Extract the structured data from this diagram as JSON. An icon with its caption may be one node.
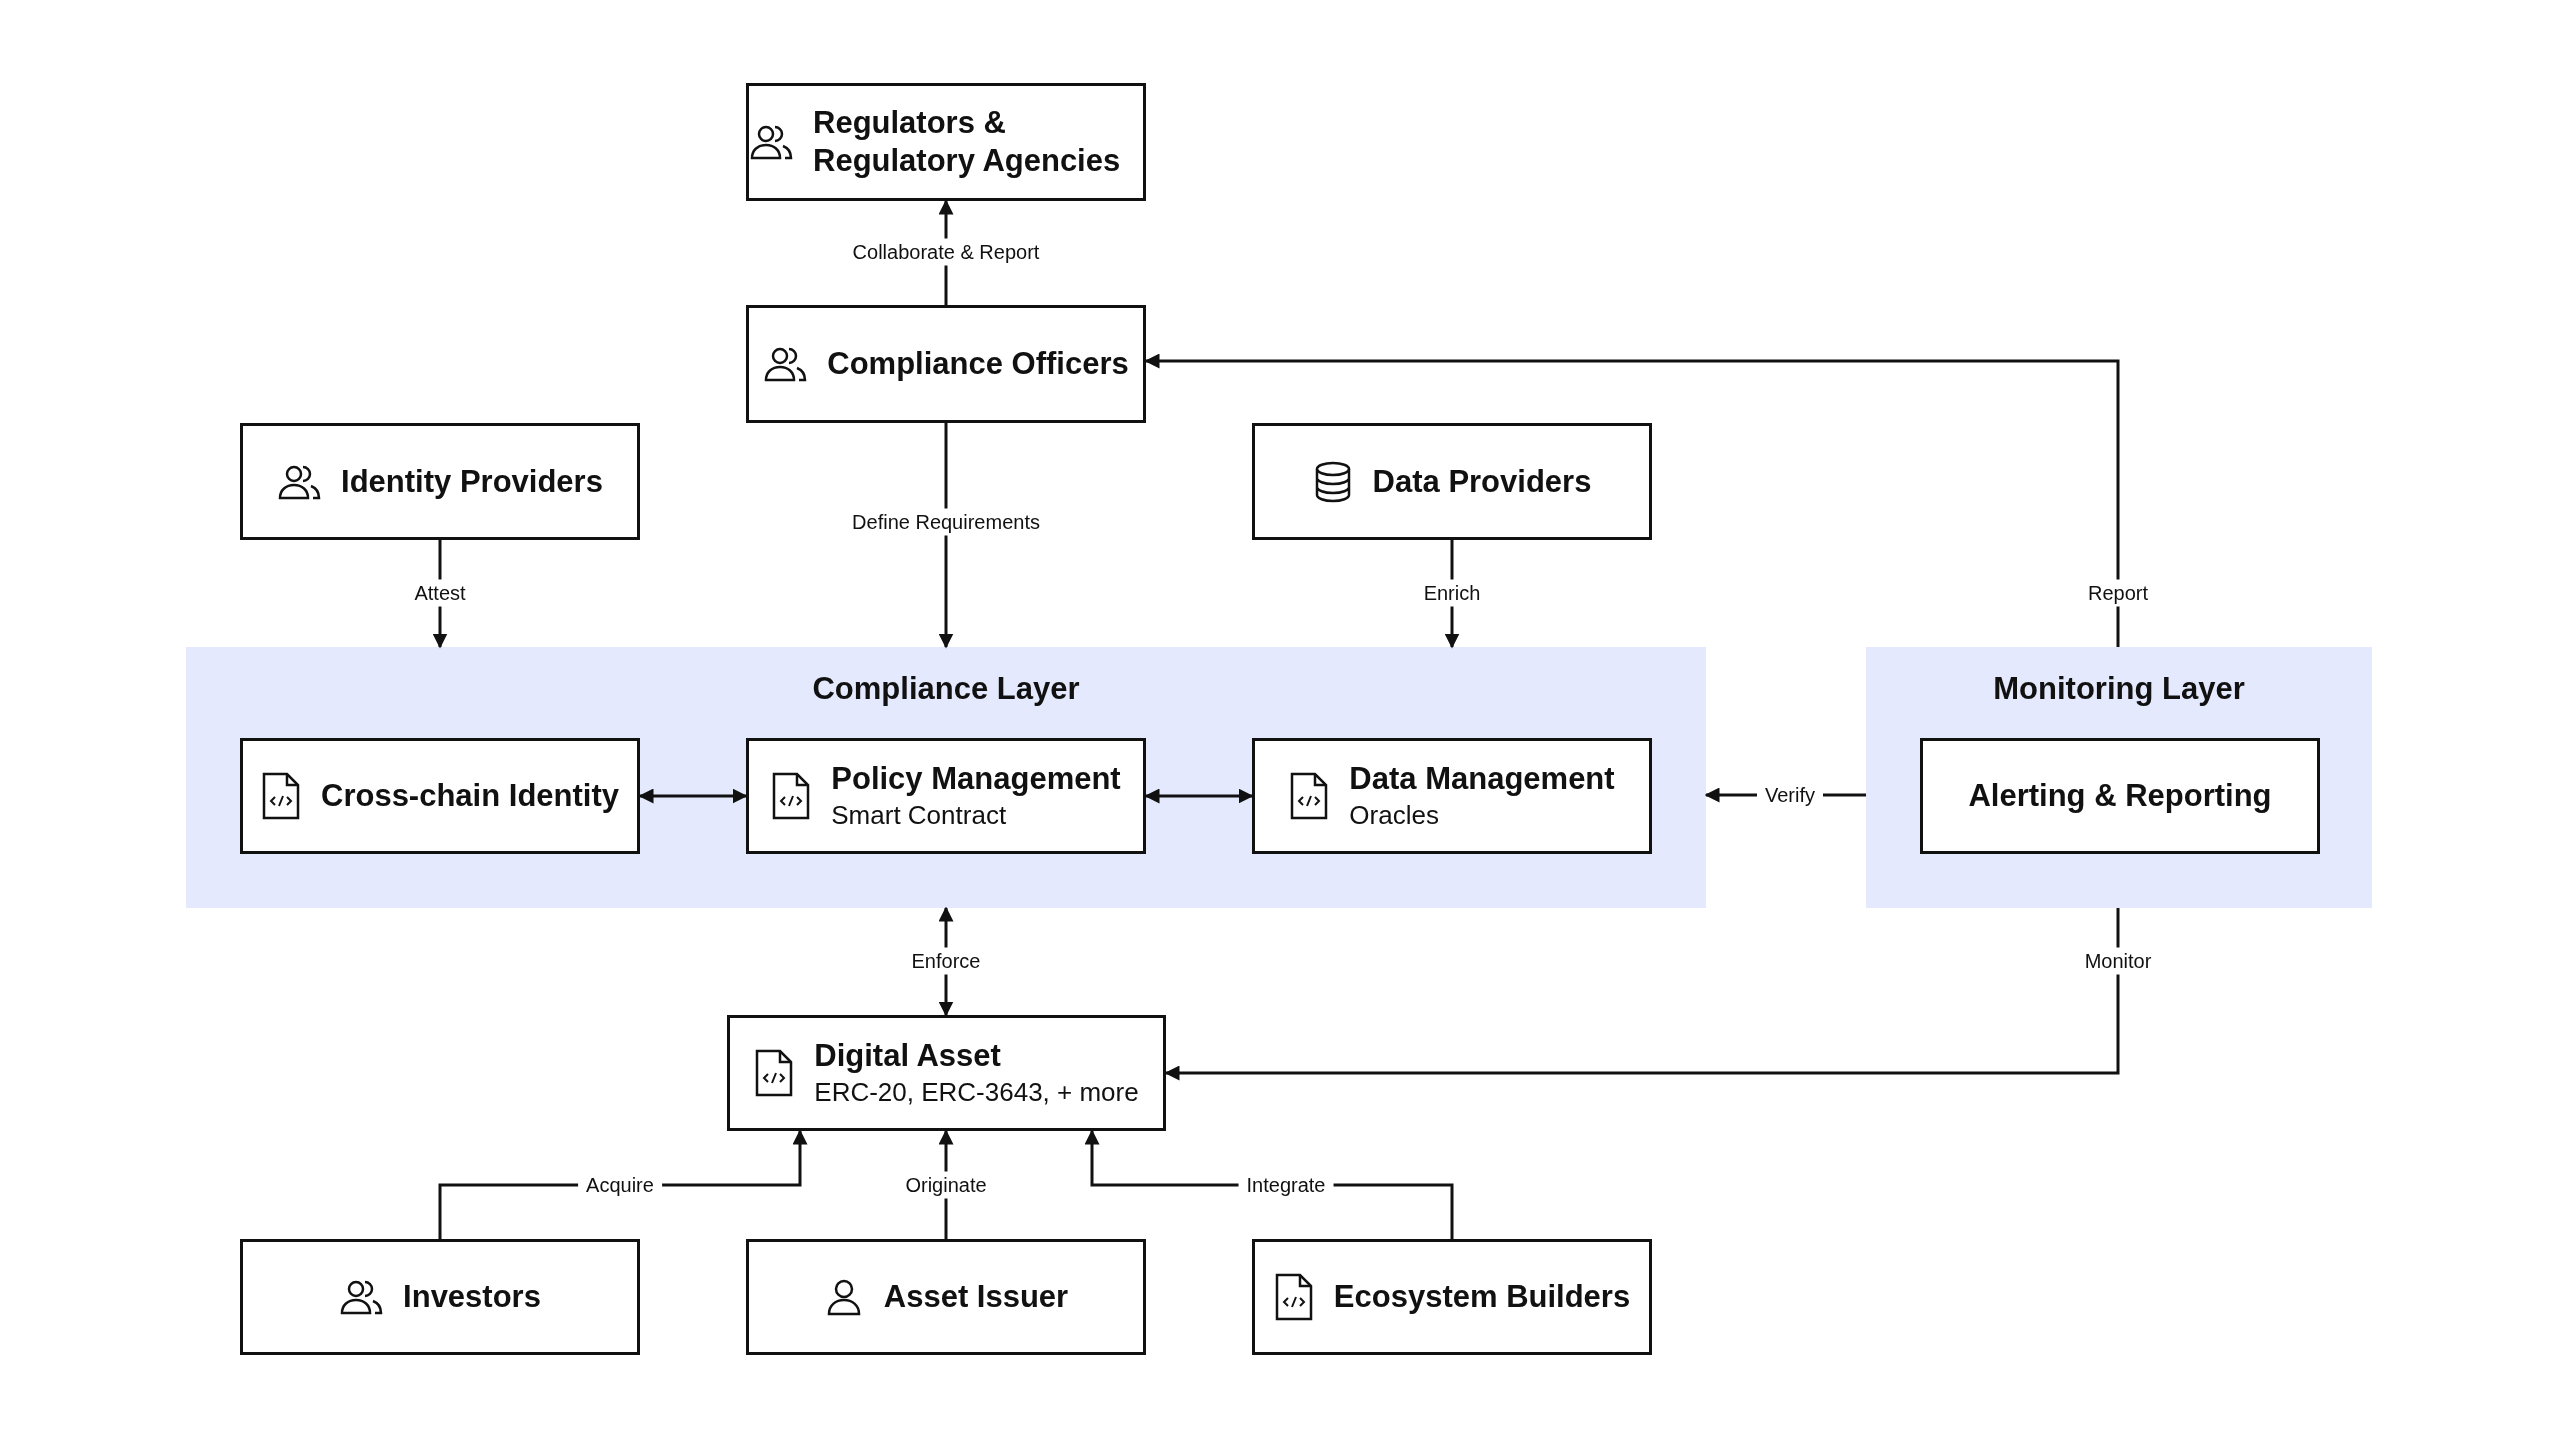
{
  "diagram": {
    "nodes": [
      {
        "text": [
          "Regulators & Regulatory Agencies"
        ]
      },
      {
        "text": [
          "Compliance Officers"
        ]
      },
      {
        "text": [
          "Identity Providers"
        ]
      },
      {
        "text": [
          "Data Providers"
        ]
      },
      {
        "text": [
          "Compliance Layer"
        ]
      },
      {
        "text": [
          "Cross-chain Identity"
        ],
        "in": 4
      },
      {
        "text": [
          "Policy Management",
          "Smart Contract"
        ],
        "in": 4
      },
      {
        "text": [
          "Data Management",
          "Oracles"
        ],
        "in": 4
      },
      {
        "text": [
          "Monitoring Layer"
        ]
      },
      {
        "text": [
          "Alerting & Reporting"
        ],
        "in": 8
      },
      {
        "text": [
          "Digital Asset",
          "ERC-20, ERC-3643, + more"
        ]
      },
      {
        "text": [
          "Investors"
        ]
      },
      {
        "text": [
          "Asset Issuer"
        ]
      },
      {
        "text": [
          "Ecosystem Builders"
        ]
      }
    ],
    "edges": [
      {
        "from": 1,
        "to": 0,
        "arrow": "to",
        "label": "Collaborate & Report"
      },
      {
        "from": 1,
        "to": 4,
        "arrow": "to",
        "label": "Define Requirements"
      },
      {
        "from": 2,
        "to": 4,
        "arrow": "to",
        "label": "Attest"
      },
      {
        "from": 3,
        "to": 4,
        "arrow": "to",
        "label": "Enrich"
      },
      {
        "from": 8,
        "to": 1,
        "arrow": "to",
        "label": "Report"
      },
      {
        "from": 5,
        "to": 6,
        "arrow": "both"
      },
      {
        "from": 6,
        "to": 7,
        "arrow": "both"
      },
      {
        "from": 8,
        "to": 4,
        "arrow": "to",
        "label": "Verify"
      },
      {
        "from": 4,
        "to": 10,
        "arrow": "both",
        "label": "Enforce"
      },
      {
        "from": 8,
        "to": 10,
        "arrow": "to",
        "label": "Monitor"
      },
      {
        "from": 11,
        "to": 10,
        "arrow": "to",
        "label": "Acquire"
      },
      {
        "from": 12,
        "to": 10,
        "arrow": "to",
        "label": "Originate"
      },
      {
        "from": 13,
        "to": 10,
        "arrow": "to",
        "label": "Integrate"
      }
    ]
  }
}
